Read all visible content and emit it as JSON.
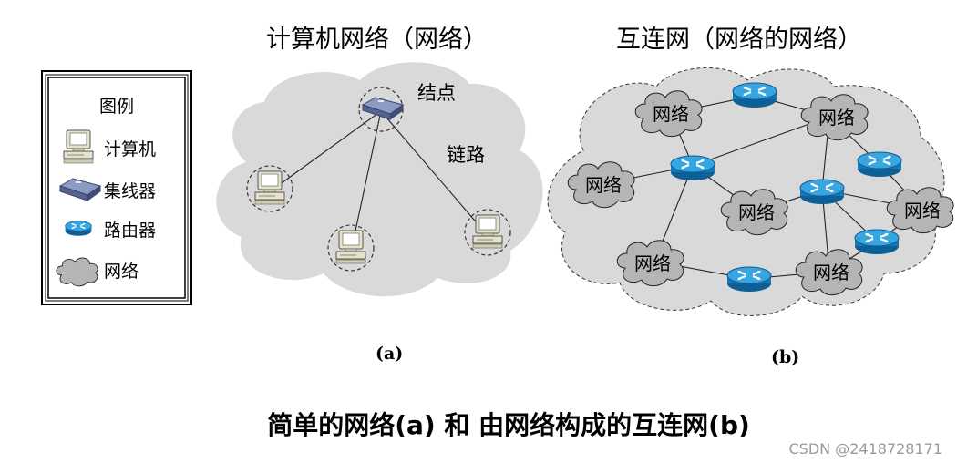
{
  "diagram_a": {
    "title": "计算机网络（网络）",
    "node_label": "结点",
    "link_label": "链路",
    "caption": "(a)"
  },
  "diagram_b": {
    "title": "互连网（网络的网络）",
    "network_label": "网络",
    "caption": "(b)"
  },
  "legend": {
    "title": "图例",
    "items": [
      {
        "label": "计算机",
        "icon": "computer-icon"
      },
      {
        "label": "集线器",
        "icon": "hub-icon"
      },
      {
        "label": "路由器",
        "icon": "router-icon"
      },
      {
        "label": "网络",
        "icon": "cloud-icon"
      }
    ]
  },
  "main_caption": "简单的网络(a) 和 由网络构成的互连网(b)",
  "watermark": "CSDN @2418728171",
  "colors": {
    "cloud_fill": "#d9d9d9",
    "router_blue": "#1f8fd0",
    "hub_blue": "#6f7fa8"
  }
}
